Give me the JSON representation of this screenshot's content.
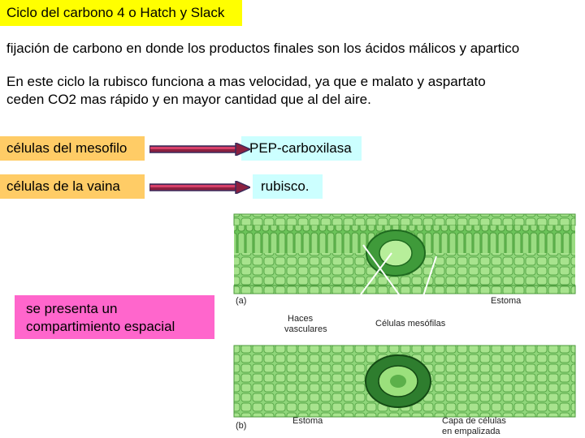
{
  "title": "Ciclo del carbono 4 o Hatch y Slack",
  "line1": "fijación de carbono en donde los productos finales son los ácidos málicos y apartico",
  "paragraph": {
    "l1": "En este ciclo la rubisco funciona a mas velocidad, ya que e  malato y aspartato",
    "l2": "ceden CO2 mas rápido y en mayor cantidad que al del aire."
  },
  "boxes": {
    "mesofilo": "células del mesofilo",
    "vaina": "células de la vaina",
    "pep": "PEP-carboxilasa",
    "rubisco": "rubisco.",
    "compartimiento_l1": "se presenta un",
    "compartimiento_l2": "compartimiento espacial"
  },
  "figure": {
    "label_a": "(a)",
    "label_b": "(b)",
    "estoma_a": "Estoma",
    "haces_l1": "Haces",
    "haces_l2": "vasculares",
    "celulas_mesofilas": "Células mesófilas",
    "estoma_b": "Estoma",
    "capa_l1": "Capa de células",
    "capa_l2": "en empalizada"
  },
  "colors": {
    "title_bg": "#ffff00",
    "orange_box": "#ffcc66",
    "cyan_box": "#ccffff",
    "pink_box": "#ff66cc",
    "arrow": "#c00030",
    "leaf_green": "#7fcf6a",
    "bundle_green": "#2e8b2e"
  }
}
